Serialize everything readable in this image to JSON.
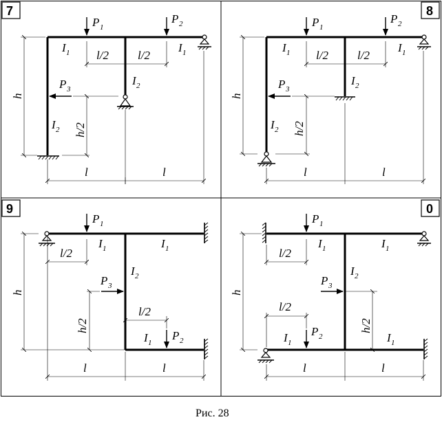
{
  "caption": "Рис. 28",
  "panels": [
    {
      "number": "7",
      "labels": {
        "p1": "P",
        "p1_sub": "1",
        "p2": "P",
        "p2_sub": "2",
        "p3": "P",
        "p3_sub": "3",
        "i1a": "I",
        "i1a_sub": "1",
        "i1b": "I",
        "i1b_sub": "1",
        "i2a": "I",
        "i2a_sub": "2",
        "i2b": "I",
        "i2b_sub": "2",
        "l2a": "l/2",
        "l2b": "l/2",
        "h": "h",
        "h2": "h/2",
        "la": "l",
        "lb": "l"
      }
    },
    {
      "number": "8",
      "labels": {
        "p1": "P",
        "p1_sub": "1",
        "p2": "P",
        "p2_sub": "2",
        "p3": "P",
        "p3_sub": "3",
        "i1a": "I",
        "i1a_sub": "1",
        "i1b": "I",
        "i1b_sub": "1",
        "i2a": "I",
        "i2a_sub": "2",
        "i2b": "I",
        "i2b_sub": "2",
        "l2a": "l/2",
        "l2b": "l/2",
        "h": "h",
        "h2": "h/2",
        "la": "l",
        "lb": "l"
      }
    },
    {
      "number": "9",
      "labels": {
        "p1": "P",
        "p1_sub": "1",
        "p2": "P",
        "p2_sub": "2",
        "p3": "P",
        "p3_sub": "3",
        "i1a": "I",
        "i1a_sub": "1",
        "i1b": "I",
        "i1b_sub": "1",
        "i1c": "I",
        "i1c_sub": "1",
        "i2a": "I",
        "i2a_sub": "2",
        "l2a": "l/2",
        "l2b": "l/2",
        "h": "h",
        "h2": "h/2",
        "la": "l",
        "lb": "l"
      }
    },
    {
      "number": "0",
      "labels": {
        "p1": "P",
        "p1_sub": "1",
        "p2": "P",
        "p2_sub": "2",
        "p3": "P",
        "p3_sub": "3",
        "i1a": "I",
        "i1a_sub": "1",
        "i1b": "I",
        "i1b_sub": "1",
        "i1c": "I",
        "i1c_sub": "1",
        "i1d": "I",
        "i1d_sub": "1",
        "i2a": "I",
        "i2a_sub": "2",
        "l2a": "l/2",
        "l2b": "l/2",
        "h": "h",
        "h2": "h/2",
        "la": "l",
        "lb": "l"
      }
    }
  ]
}
